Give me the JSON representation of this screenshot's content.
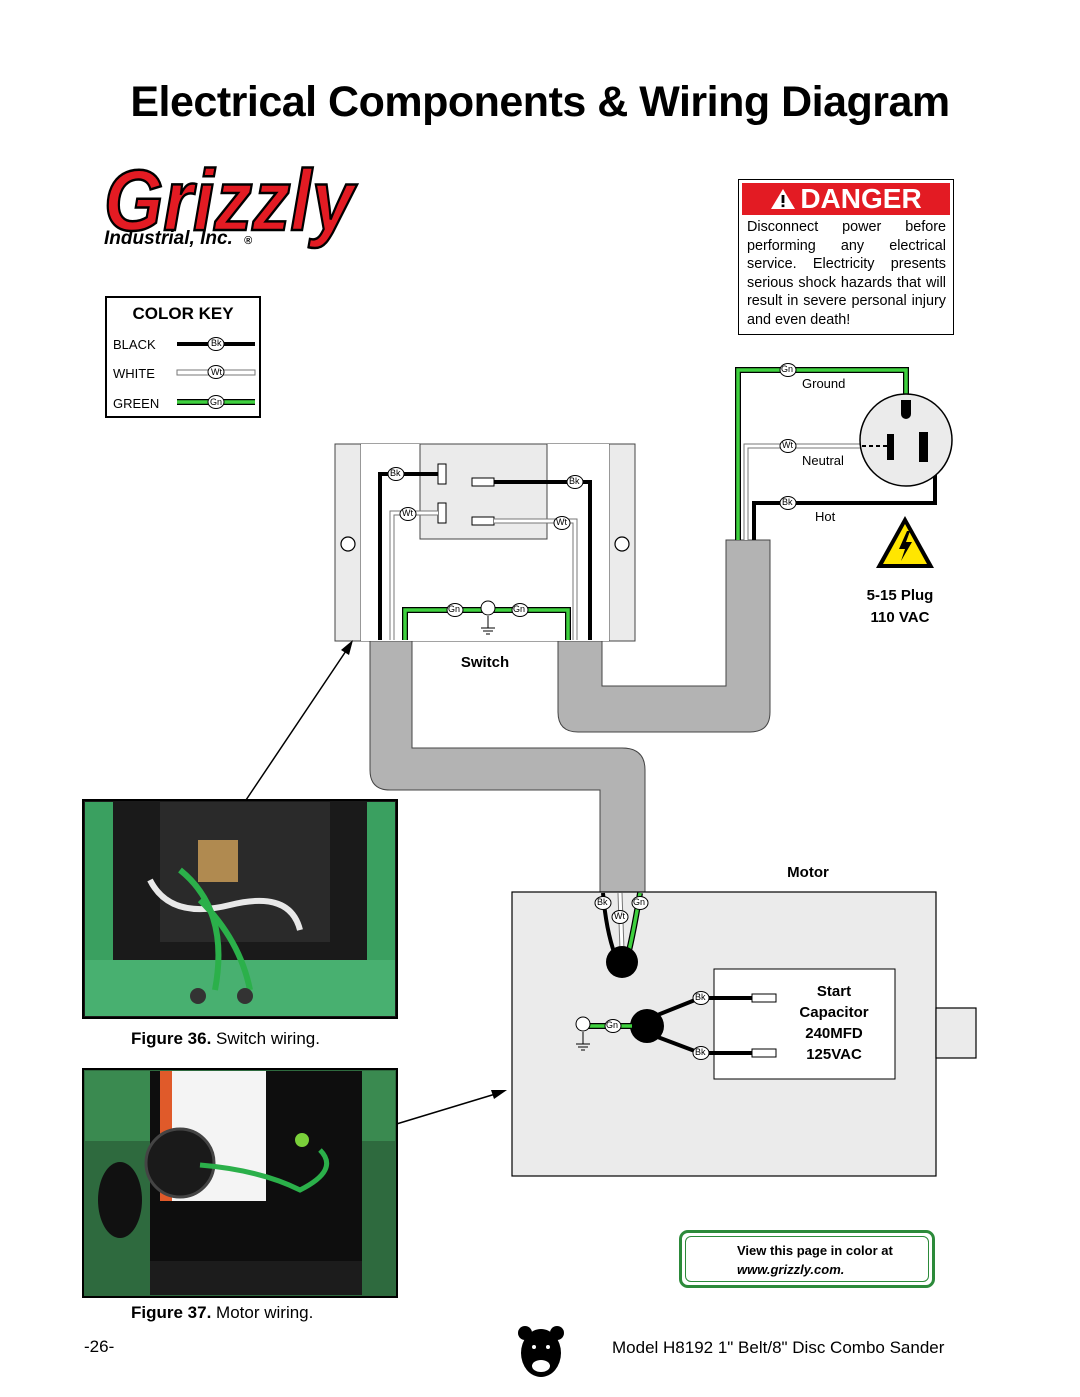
{
  "title": "Electrical Components & Wiring Diagram",
  "logo": {
    "brand": "Grizzly",
    "subtitle": "Industrial, Inc.",
    "registered": "®"
  },
  "danger": {
    "heading": "DANGER",
    "text": "Disconnect power before performing any electrical service. Electricity presents serious shock hazards that will result in severe personal injury and even death!"
  },
  "color_key": {
    "title": "COLOR KEY",
    "items": [
      {
        "label": "BLACK",
        "abbr": "Bk",
        "color": "#000000"
      },
      {
        "label": "WHITE",
        "abbr": "Wt",
        "color": "#ffffff"
      },
      {
        "label": "GREEN",
        "abbr": "Gn",
        "color": "#3fd13f"
      }
    ]
  },
  "plug": {
    "ground_label": "Ground",
    "neutral_label": "Neutral",
    "hot_label": "Hot",
    "type": "5-15 Plug",
    "voltage": "110 VAC"
  },
  "switch": {
    "label": "Switch"
  },
  "motor": {
    "label": "Motor",
    "capacitor": [
      "Start",
      "Capacitor",
      "240MFD",
      "125VAC"
    ]
  },
  "wire_tags": {
    "bk": "Bk",
    "wt": "Wt",
    "gn": "Gn"
  },
  "figures": {
    "fig36_num": "Figure 36.",
    "fig36_text": "Switch wiring.",
    "fig37_num": "Figure 37.",
    "fig37_text": "Motor wiring."
  },
  "view_color": {
    "line1": "View this page in color at",
    "line2": "www.grizzly.com."
  },
  "footer": {
    "page": "-26-",
    "model": "Model H8192 1\" Belt/8\" Disc Combo Sander"
  },
  "colors": {
    "danger_red": "#e31b23",
    "wire_green": "#3fd13f",
    "conduit_gray": "#b3b3b3",
    "box_gray": "#ebebeb",
    "warning_yellow": "#ffe600",
    "view_color_border": "#2c8a3a"
  }
}
